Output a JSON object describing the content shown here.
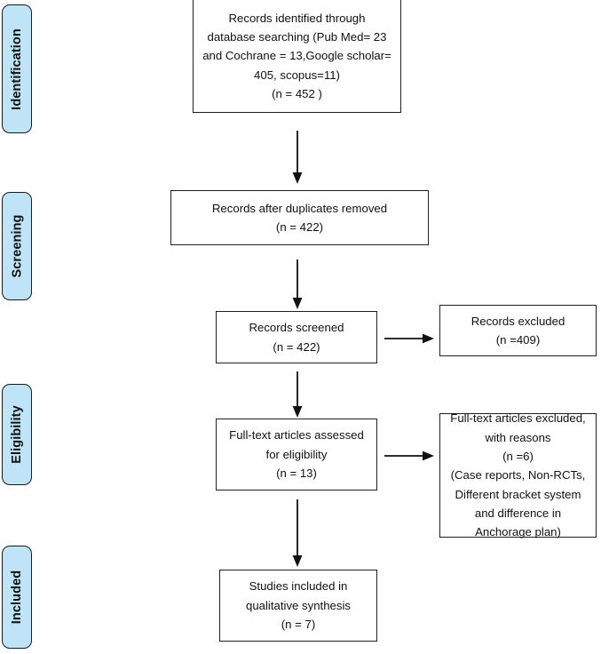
{
  "diagram": {
    "title": "PRISMA flow diagram",
    "accent_color": "#bfe4f8",
    "border_color": "#1f1f1f",
    "background_color": "#ffffff"
  },
  "phases": [
    {
      "id": "identification",
      "label": "Identification"
    },
    {
      "id": "screening",
      "label": "Screening"
    },
    {
      "id": "eligibility",
      "label": "Eligibility"
    },
    {
      "id": "included",
      "label": "Included"
    }
  ],
  "boxes": {
    "identified": {
      "name": "records-identified-box",
      "lines": [
        "Records identified through",
        "database searching (Pub Med= 23",
        "and Cochrane = 13,Google scholar=",
        "405, scopus=11)",
        "(n = 452 )"
      ]
    },
    "duplicates_removed": {
      "name": "records-after-duplicates-box",
      "lines": [
        "Records after duplicates removed",
        "(n = 422)"
      ]
    },
    "screened": {
      "name": "records-screened-box",
      "lines": [
        "Records screened",
        "(n = 422)"
      ]
    },
    "records_excluded": {
      "name": "records-excluded-box",
      "lines": [
        "Records excluded",
        "(n =409)"
      ]
    },
    "fulltext_assessed": {
      "name": "fulltext-assessed-box",
      "lines": [
        "Full-text articles assessed",
        "for eligibility",
        "(n = 13)"
      ]
    },
    "fulltext_excluded": {
      "name": "fulltext-excluded-box",
      "lines_top": [
        "Full-text articles excluded,",
        "with reasons",
        "(n =6)"
      ],
      "lines_reasons": [
        "(Case reports, Non-RCTs,",
        "Different bracket system",
        "and difference in",
        "Anchorage plan)"
      ]
    },
    "studies_included": {
      "name": "studies-included-box",
      "lines": [
        "Studies included in",
        "qualitative synthesis",
        "(n = 7)"
      ]
    }
  },
  "arrows": [
    {
      "id": "identified-to-duplicates",
      "direction": "down"
    },
    {
      "id": "duplicates-to-screened",
      "direction": "down"
    },
    {
      "id": "screened-to-excluded",
      "direction": "right"
    },
    {
      "id": "screened-to-fulltext",
      "direction": "down"
    },
    {
      "id": "fulltext-to-excluded",
      "direction": "right"
    },
    {
      "id": "fulltext-to-included",
      "direction": "down"
    }
  ]
}
